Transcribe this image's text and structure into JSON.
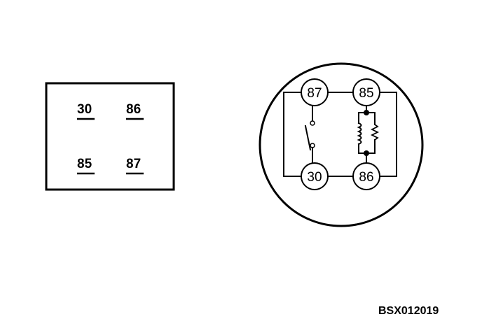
{
  "left_box": {
    "labels": [
      "30",
      "86",
      "85",
      "87"
    ]
  },
  "relay": {
    "terminals": [
      "87",
      "85",
      "30",
      "86"
    ]
  },
  "figure_code": "BSX012019"
}
